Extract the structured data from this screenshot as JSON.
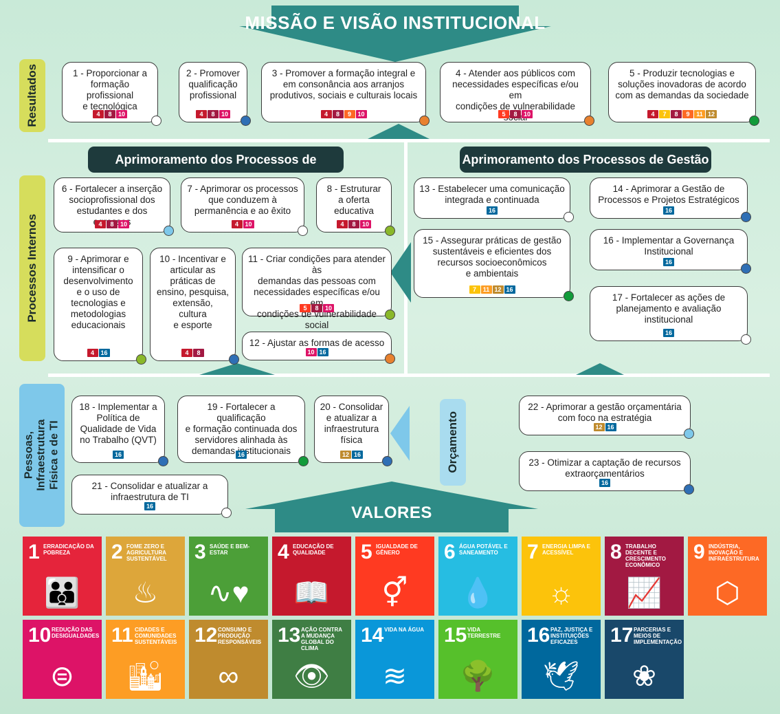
{
  "colors": {
    "background": "#cdebdb",
    "banner": "#2e8b86",
    "dark_pill": "#1e3a3c"
  },
  "header": {
    "title": "MISSÃO E VISÃO INSTITUCIONAL"
  },
  "footer_banner": {
    "title": "VALORES"
  },
  "side_labels": {
    "resultados": "Resultados",
    "processos_internos": "Processos Internos",
    "pessoas": "Pessoas, Infraestrutura\nFísica e de TI",
    "orcamento": "Orçamento"
  },
  "sections": {
    "trabalho": "Aprimoramento dos Processos de Trabalho",
    "gestao": "Aprimoramento dos Processos de Gestão"
  },
  "sdg_colors": {
    "4": "#c5192d",
    "5": "#ff3a21",
    "7": "#fcc30b",
    "8": "#a21942",
    "9": "#fd6925",
    "10": "#dd1367",
    "11": "#fd9d24",
    "12": "#bf8b2e",
    "16": "#00689d"
  },
  "dot_colors": {
    "white": "#ffffff",
    "blue": "#2f6fb5",
    "orange": "#e8812f",
    "green": "#129b3a",
    "olive": "#8ab82a",
    "lightblue": "#7ec8ea"
  },
  "goals": [
    {
      "id": "g1",
      "text": "1 - Proporcionar a\nformação profissional\ne tecnológica",
      "sdgs": [
        "4",
        "8",
        "10"
      ],
      "dot": "white"
    },
    {
      "id": "g2",
      "text": "2 - Promover\nqualificação\nprofissional",
      "sdgs": [
        "4",
        "8",
        "10"
      ],
      "dot": "blue"
    },
    {
      "id": "g3",
      "text": "3 - Promover a formação integral e\nem consonância aos arranjos\nprodutivos, sociais e culturais locais",
      "sdgs": [
        "4",
        "8",
        "9",
        "10"
      ],
      "dot": "orange"
    },
    {
      "id": "g4",
      "text": "4 - Atender aos públicos com\nnecessidades específicas e/ou em\ncondições de vulnerabilidade social",
      "sdgs": [
        "5",
        "8",
        "10"
      ],
      "dot": "orange"
    },
    {
      "id": "g5",
      "text": "5 - Produzir tecnologias e\nsoluções inovadoras de acordo\ncom as demandas da sociedade",
      "sdgs": [
        "4",
        "7",
        "8",
        "9",
        "11",
        "12"
      ],
      "dot": "green"
    },
    {
      "id": "g6",
      "text": "6 - Fortalecer a inserção\nsocioprofissional dos\nestudantes e dos egressos",
      "sdgs": [
        "4",
        "8",
        "10"
      ],
      "dot": "lightblue"
    },
    {
      "id": "g7",
      "text": "7 - Aprimorar os processos\nque conduzem à\npermanência e ao êxito",
      "sdgs": [
        "4",
        "10"
      ],
      "dot": "white"
    },
    {
      "id": "g8",
      "text": "8 - Estruturar\na oferta\neducativa",
      "sdgs": [
        "4",
        "8",
        "10"
      ],
      "dot": "olive"
    },
    {
      "id": "g9",
      "text": "9 - Aprimorar e\nintensificar o\ndesenvolvimento\ne o uso de\ntecnologias e\nmetodologias\neducacionais",
      "sdgs": [
        "4",
        "16"
      ],
      "dot": "olive"
    },
    {
      "id": "g10",
      "text": "10 - Incentivar e\narticular as\npráticas de\nensino, pesquisa,\nextensão,\ncultura\ne esporte",
      "sdgs": [
        "4",
        "8"
      ],
      "dot": "blue"
    },
    {
      "id": "g11",
      "text": "11 - Criar condições para atender às\ndemandas das pessoas com\nnecessidades específicas e/ou em\ncondições de vulnerabilidade social",
      "sdgs": [
        "5",
        "8",
        "10"
      ],
      "dot": "olive"
    },
    {
      "id": "g12",
      "text": "12 - Ajustar as formas de acesso",
      "sdgs": [
        "10",
        "16"
      ],
      "dot": "orange"
    },
    {
      "id": "g13",
      "text": "13 - Estabelecer uma comunicação\nintegrada e continuada",
      "sdgs": [
        "16"
      ],
      "dot": "white"
    },
    {
      "id": "g14",
      "text": "14 - Aprimorar a Gestão de\nProcessos e Projetos Estratégicos",
      "sdgs": [
        "16"
      ],
      "dot": "blue"
    },
    {
      "id": "g15",
      "text": "15 - Assegurar práticas de gestão\nsustentáveis e eficientes dos\nrecursos socioeconômicos\ne ambientais",
      "sdgs": [
        "7",
        "11",
        "12",
        "16"
      ],
      "dot": "green"
    },
    {
      "id": "g16",
      "text": "16 - Implementar a Governança\nInstitucional",
      "sdgs": [
        "16"
      ],
      "dot": "blue"
    },
    {
      "id": "g17",
      "text": "17 - Fortalecer as ações de\nplanejamento e avaliação\ninstitucional",
      "sdgs": [
        "16"
      ],
      "dot": "white"
    },
    {
      "id": "g18",
      "text": "18 - Implementar a\nPolítica de\nQualidade de Vida\nno Trabalho (QVT)",
      "sdgs": [
        "16"
      ],
      "dot": "blue"
    },
    {
      "id": "g19",
      "text": "19 - Fortalecer a qualificação\ne formação continuada dos\nservidores alinhada às\ndemandas institucionais",
      "sdgs": [
        "16"
      ],
      "dot": "green"
    },
    {
      "id": "g20",
      "text": "20 - Consolidar\ne atualizar a\ninfraestrutura\nfísica",
      "sdgs": [
        "12",
        "16"
      ],
      "dot": "blue"
    },
    {
      "id": "g21",
      "text": "21 - Consolidar e atualizar a\ninfraestrutura de TI",
      "sdgs": [
        "16"
      ],
      "dot": "white"
    },
    {
      "id": "g22",
      "text": "22 - Aprimorar a gestão orçamentária\ncom foco na estratégia",
      "sdgs": [
        "12",
        "16"
      ],
      "dot": "lightblue"
    },
    {
      "id": "g23",
      "text": "23 - Otimizar a captação de recursos\nextraorçamentários",
      "sdgs": [
        "16"
      ],
      "dot": "blue"
    }
  ],
  "sdg_tiles": [
    {
      "num": "1",
      "label": "ERRADICAÇÃO DA POBREZA",
      "color": "#e5243b",
      "icon": "👪"
    },
    {
      "num": "2",
      "label": "FOME ZERO E AGRICULTURA SUSTENTÁVEL",
      "color": "#dda63a",
      "icon": "♨"
    },
    {
      "num": "3",
      "label": "SAÚDE E BEM-ESTAR",
      "color": "#4c9f38",
      "icon": "∿♥"
    },
    {
      "num": "4",
      "label": "EDUCAÇÃO DE QUALIDADE",
      "color": "#c5192d",
      "icon": "📖"
    },
    {
      "num": "5",
      "label": "IGUALDADE DE GÊNERO",
      "color": "#ff3a21",
      "icon": "⚥"
    },
    {
      "num": "6",
      "label": "ÁGUA POTÁVEL E SANEAMENTO",
      "color": "#26bde2",
      "icon": "💧"
    },
    {
      "num": "7",
      "label": "ENERGIA LIMPA E ACESSÍVEL",
      "color": "#fcc30b",
      "icon": "☼"
    },
    {
      "num": "8",
      "label": "TRABALHO DECENTE E CRESCIMENTO ECONÔMICO",
      "color": "#a21942",
      "icon": "📈"
    },
    {
      "num": "9",
      "label": "INDÚSTRIA, INOVAÇÃO E INFRAESTRUTURA",
      "color": "#fd6925",
      "icon": "⬡"
    },
    {
      "num": "10",
      "label": "REDUÇÃO DAS DESIGUALDADES",
      "color": "#dd1367",
      "icon": "⊜"
    },
    {
      "num": "11",
      "label": "CIDADES E COMUNIDADES SUSTENTÁVEIS",
      "color": "#fd9d24",
      "icon": "🏙"
    },
    {
      "num": "12",
      "label": "CONSUMO E PRODUÇÃO RESPONSÁVEIS",
      "color": "#bf8b2e",
      "icon": "∞"
    },
    {
      "num": "13",
      "label": "AÇÃO CONTRA A MUDANÇA GLOBAL DO CLIMA",
      "color": "#3f7e44",
      "icon": "👁"
    },
    {
      "num": "14",
      "label": "VIDA NA ÁGUA",
      "color": "#0a97d9",
      "icon": "≋"
    },
    {
      "num": "15",
      "label": "VIDA TERRESTRE",
      "color": "#56c02b",
      "icon": "🌳"
    },
    {
      "num": "16",
      "label": "PAZ, JUSTIÇA E INSTITUIÇÕES EFICAZES",
      "color": "#00689d",
      "icon": "🕊"
    },
    {
      "num": "17",
      "label": "PARCERIAS E MEIOS DE IMPLEMENTAÇÃO",
      "color": "#19486a",
      "icon": "❀"
    }
  ]
}
